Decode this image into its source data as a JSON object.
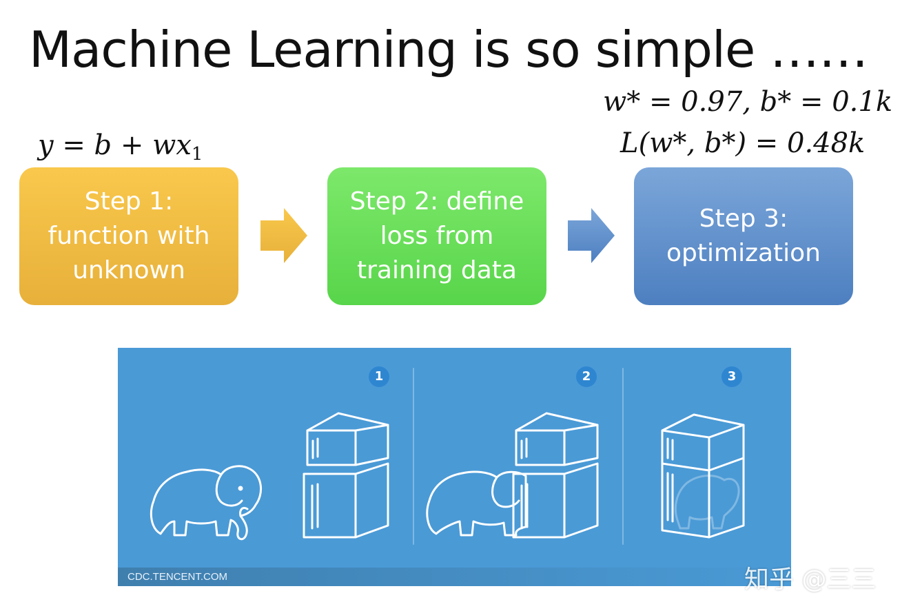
{
  "title": "Machine Learning is so simple ……",
  "equations": {
    "model": {
      "lhs": "y = b + wx",
      "sub": "1"
    },
    "optimum": "w* = 0.97, b* = 0.1k",
    "loss": "L(w*, b*) = 0.48k"
  },
  "steps": [
    {
      "label": "Step 1:\nfunction with\nunknown",
      "color": "#f2bd43"
    },
    {
      "label": "Step 2: define\nloss from\ntraining data",
      "color": "#66dc55"
    },
    {
      "label": "Step 3:\noptimization",
      "color": "#6592cf"
    }
  ],
  "illustration": {
    "badges": [
      "1",
      "2",
      "3"
    ],
    "source": "CDC.TENCENT.COM",
    "icons": [
      "elephant-icon",
      "refrigerator-icon"
    ]
  },
  "watermark": "知乎 @三三"
}
